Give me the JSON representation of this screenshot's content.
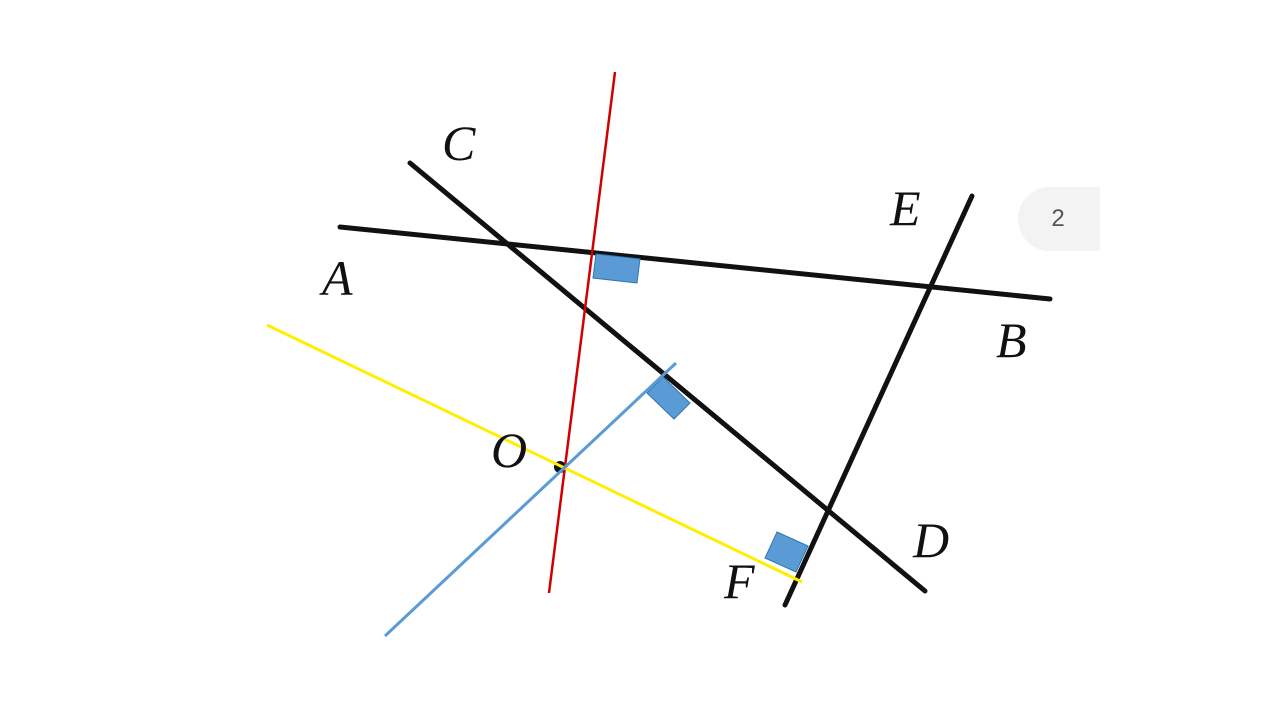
{
  "diagram": {
    "labels": {
      "a": "A",
      "b": "B",
      "c": "C",
      "d": "D",
      "e": "E",
      "f": "F",
      "o": "O"
    },
    "line_colors": {
      "ab": "#111111",
      "cd": "#111111",
      "ef": "#111111",
      "red": "#d00000",
      "yellow": "#ffee00",
      "blue": "#5b9bd5"
    },
    "right_angle_marker_color": "#5b9bd5",
    "right_angle_marker_count": 3
  },
  "badge": {
    "page_number": "2"
  }
}
